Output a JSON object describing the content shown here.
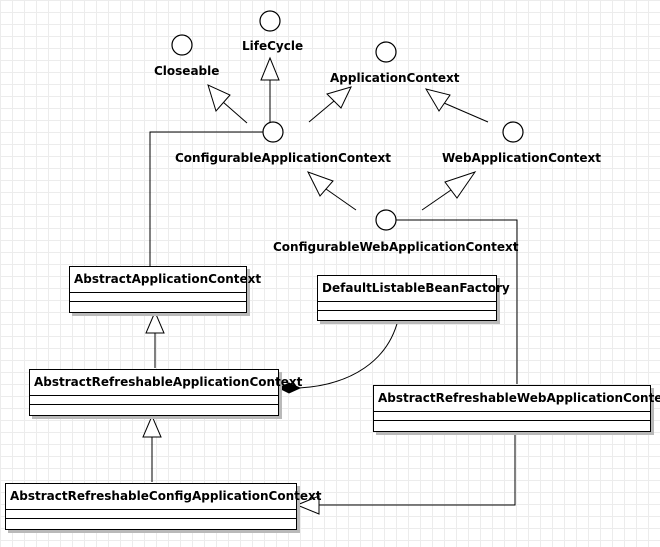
{
  "interfaces": {
    "closeable": "Closeable",
    "lifecycle": "LifeCycle",
    "application_context": "ApplicationContext",
    "configurable_application_context": "ConfigurableApplicationContext",
    "web_application_context": "WebApplicationContext",
    "configurable_web_application_context": "ConfigurableWebApplicationContext"
  },
  "classes": {
    "abstract_application_context": "AbstractApplicationContext",
    "default_listable_bean_factory": "DefaultListableBeanFactory",
    "abstract_refreshable_application_context": "AbstractRefreshableApplicationContext",
    "abstract_refreshable_web_application_context": "AbstractRefreshableWebApplicationContext",
    "abstract_refreshable_config_application_context": "AbstractRefreshableConfigApplicationContext"
  }
}
